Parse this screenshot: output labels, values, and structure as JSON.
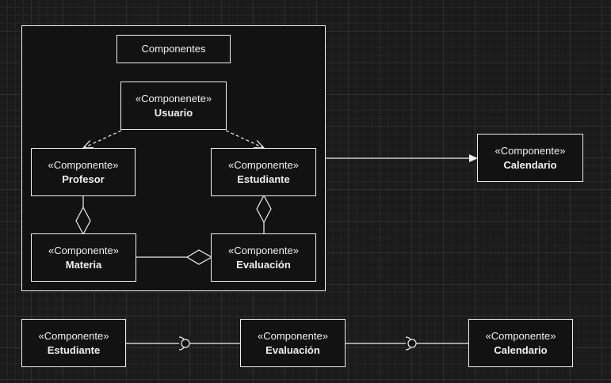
{
  "group": {
    "title": "Componentes"
  },
  "components": {
    "usuario": {
      "stereotype": "«Componenete»",
      "name": "Usuario"
    },
    "profesor": {
      "stereotype": "«Componente»",
      "name": "Profesor"
    },
    "estudiante": {
      "stereotype": "«Componente»",
      "name": "Estudiante"
    },
    "materia": {
      "stereotype": "«Componente»",
      "name": "Materia"
    },
    "evaluacion": {
      "stereotype": "«Componente»",
      "name": "Evaluación"
    },
    "calendario": {
      "stereotype": "«Componente»",
      "name": "Calendario"
    }
  },
  "interface_row": {
    "estudiante": {
      "stereotype": "«Componente»",
      "name": "Estudiante"
    },
    "evaluacion": {
      "stereotype": "«Componente»",
      "name": "Evaluación"
    },
    "calendario": {
      "stereotype": "«Componente»",
      "name": "Calendario"
    }
  },
  "colors": {
    "background": "#1b1b1b",
    "fill": "#121212",
    "stroke": "#f0f0f0"
  }
}
